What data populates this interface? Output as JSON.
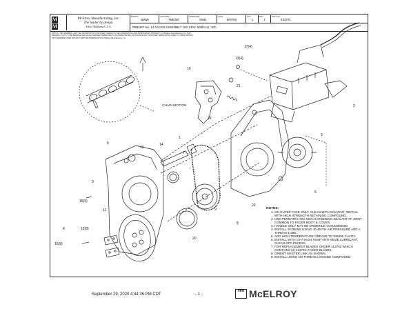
{
  "title_block": {
    "logo_letters": [
      "M",
      "M"
    ],
    "company": "McElroy Manufacturing, Inc.",
    "slogan": "The leader by design.",
    "city": "Tulsa, Oklahoma U.S.A.",
    "fields": [
      {
        "label": "DRAWN",
        "value": "BWW"
      },
      {
        "label": "CHECKED",
        "value": "TME/BP"
      },
      {
        "label": "APPROVED",
        "value": "SWB"
      },
      {
        "label": "DATE",
        "value": "6/07/00"
      },
      {
        "label": "SHT",
        "value": "1"
      },
      {
        "label": "REV",
        "value": "L"
      },
      {
        "label": "PART NO.",
        "value": "433701"
      }
    ],
    "drawing_title": "PB8uR® No. 14 FACER ASSEMBLY 100-120V, 50/60 Hz, 1Ph"
  },
  "notice": "NOTICE: THIS DRAWING, AND THE INFORMATION CONTAINED THEREIN IS THE CONFIDENTIAL AND PROPRIETARY PROPERTY OF McElroy Manufacturing, Inc. THIS DRAWING IS NOT TO BE REPRODUCED IN ANY MANNER, SUBMITTED TO OUTSIDE PARTIES OR INFORMATION CONTAINED HEREIN DISCLOSED TO THIRD PARTIES OR OTHERWISE USED WITHOUT WRITTEN PERMISSION OF McElroy Manufacturing, Inc.",
  "drawing": {
    "chain_label": "CHAIN MOTION",
    "callouts": [
      "17(4)",
      "13(4)",
      "10",
      "21",
      "2",
      "3",
      "18",
      "6",
      "19",
      "14",
      "1",
      "7",
      "3",
      "15(9)",
      "11",
      "12(8)",
      "4",
      "16(8)",
      "9",
      "20",
      "8",
      "20",
      "5"
    ]
  },
  "notes": {
    "heading": "NOTES:",
    "items": [
      "ON OUTER FACE ONLY. CLEAN WITH SOLVENT. INSTALL WITH HIGH STRENGTH RETAINING COMPOUND.",
      "USE PERMATEX #2C NON-HARDENING SEALANT AT JOINT COMMON TO FACER BODY & COVER.",
      "HANDLE ONLY MAY BE ORDERED AS MJG000060.",
      "INSTALL SCREWS USING 40-45 PSI AIR PRESSURE AND A THREAD LUBE.",
      "ADD HIGH TEMPERATURE GREASE TO INSIDE CAVITY.",
      "INSTALL WITH C5-A HIGH TEMP ANTI-SEIZE LUBRICANT. CLEAN OFF EXCESS.",
      "FOR REPLACEMENT BLADES ORDER 413702 WHICH CONTAINS (4) 413701, FACER BLADES.",
      "ORIENT MASTER LINK AS SHOWN.",
      "INSTALL USING NO THREAD LOCKING COMPOUND"
    ]
  },
  "footer": {
    "timestamp": "September 29, 2020 4:44:35 PM CDT",
    "page": "- 1 -",
    "brand_mark": "MM",
    "brand_word": "McELROY"
  }
}
